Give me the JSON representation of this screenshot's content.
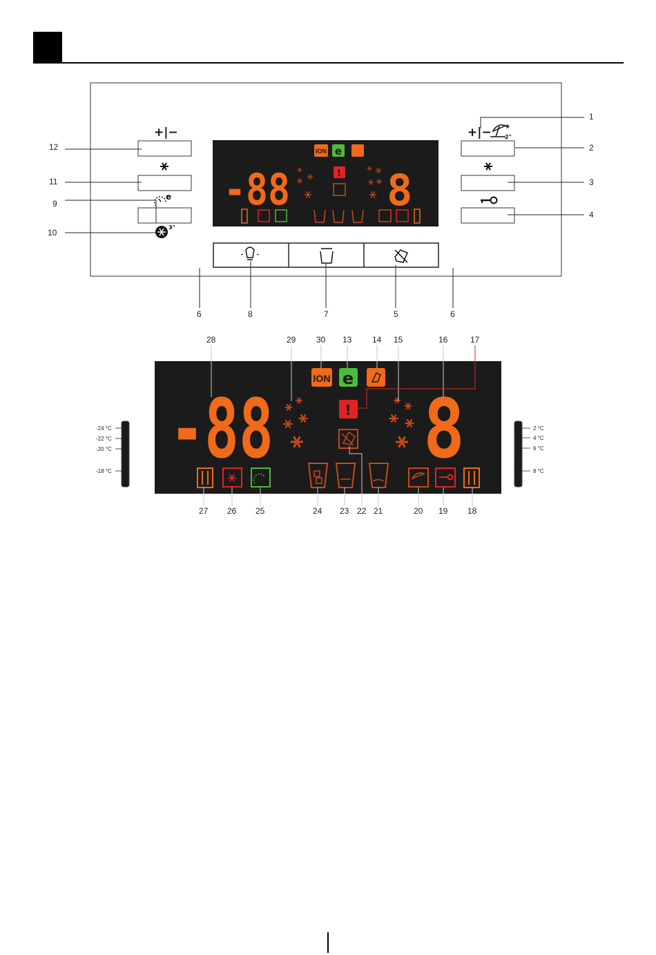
{
  "control_panel": {
    "left_plus_minus": "+|−",
    "right_plus_minus": "+|−",
    "small_display": {
      "left_digits": "-88",
      "right_digit": "8",
      "ion_text": "ION",
      "eco_text": "e",
      "alarm_text": "!"
    }
  },
  "callouts_top": [
    "1",
    "2",
    "3",
    "4",
    "12",
    "11",
    "9",
    "10",
    "6",
    "8",
    "7",
    "5",
    "6"
  ],
  "detail_display": {
    "left_digits": "-88",
    "right_digit": "8",
    "ion_text": "ION",
    "eco_text": "e",
    "alarm_text": "!",
    "left_scale": [
      "-24 °C",
      "-22 °C",
      "-20 °C",
      "-18 °C"
    ],
    "right_scale": [
      "2 °C",
      "4 °C",
      "6 °C",
      "8 °C"
    ]
  },
  "callouts_detail_top": [
    "28",
    "29",
    "30",
    "13",
    "14",
    "15",
    "16",
    "17"
  ],
  "callouts_detail_bottom": [
    "27",
    "26",
    "25",
    "24",
    "23",
    "22",
    "21",
    "20",
    "19",
    "18"
  ],
  "colors": {
    "orange": "#f06a1a",
    "green": "#4dbb3a",
    "red": "#e52222",
    "display_bg": "#1b1b1b",
    "dark_orange": "#c9481a"
  }
}
